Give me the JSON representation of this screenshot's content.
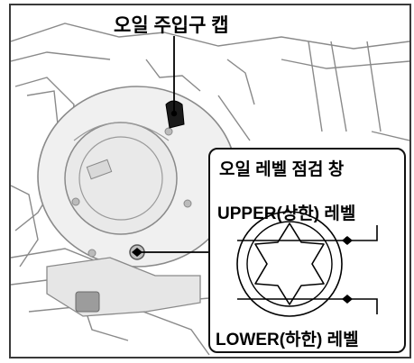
{
  "labels": {
    "fill_cap": "오일 주입구 캡",
    "window": "오일 레벨 점검 창",
    "upper": "UPPER(상한) 레벨",
    "lower": "LOWER(하한) 레벨"
  },
  "colors": {
    "frame": "#3a3a3a",
    "engine_fill": "#efefef",
    "line_art": "#8a8a8a",
    "callout": "#000000"
  }
}
